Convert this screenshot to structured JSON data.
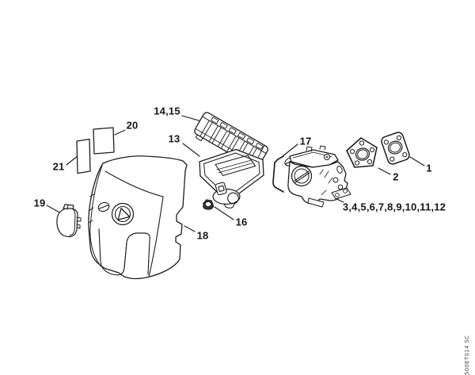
{
  "diagram": {
    "type": "exploded-parts-diagram",
    "background": "#ffffff",
    "line_color": "#1d1d1d",
    "drawing_code": "500ET014 SC",
    "callouts": [
      {
        "label": "1"
      },
      {
        "label": "2"
      },
      {
        "label": "3,4,5,6,7,8,9,10,11,12"
      },
      {
        "label": "13"
      },
      {
        "label": "14,15"
      },
      {
        "label": "16"
      },
      {
        "label": "17"
      },
      {
        "label": "18"
      },
      {
        "label": "19"
      },
      {
        "label": "20"
      },
      {
        "label": "21"
      }
    ]
  }
}
